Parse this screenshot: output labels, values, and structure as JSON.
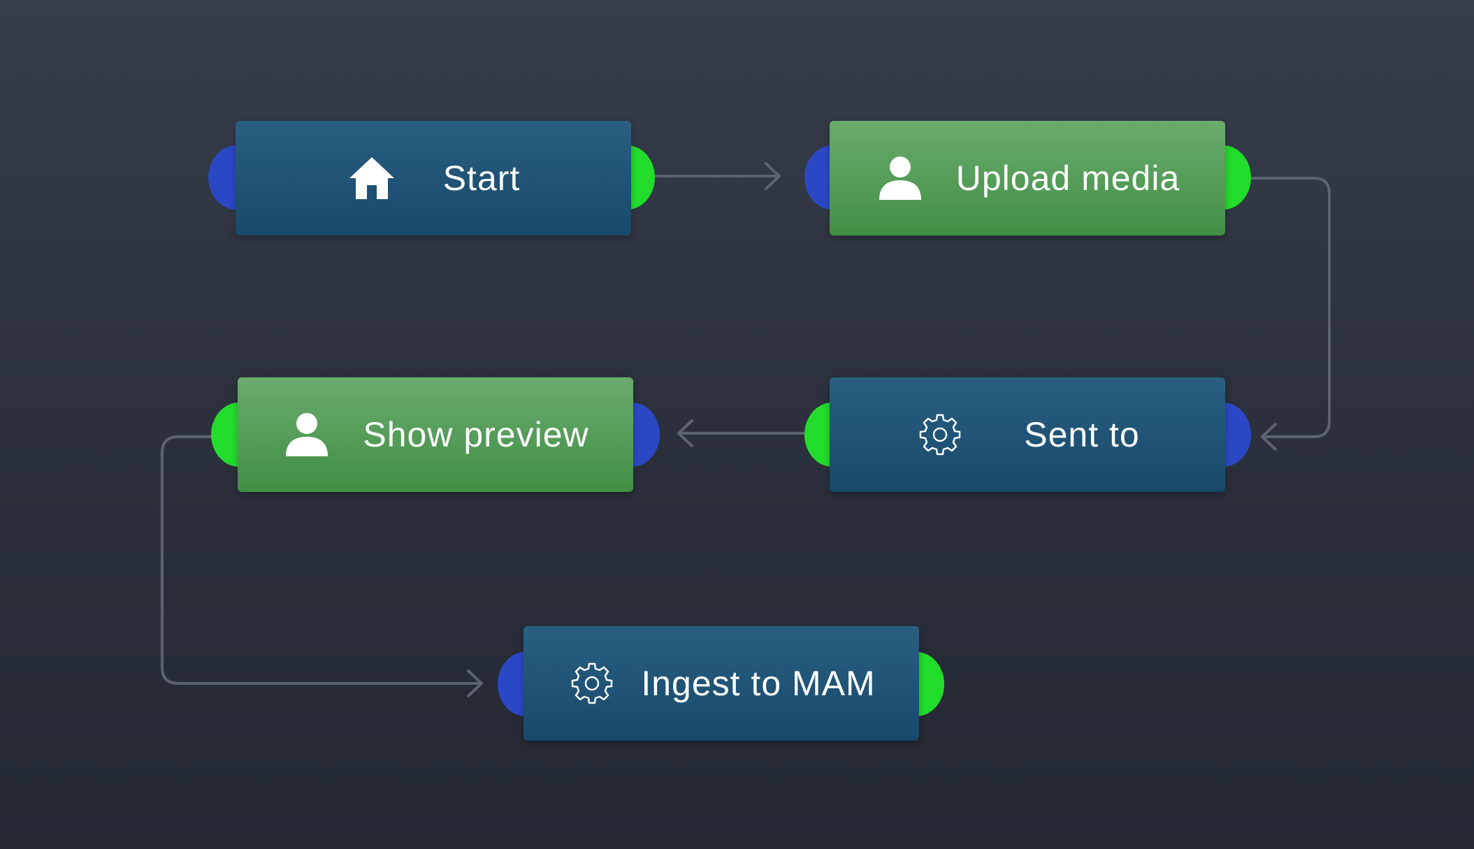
{
  "diagram": {
    "colors": {
      "task_node": "#17496a",
      "user_node": "#418f45",
      "input_port": "#2b48c4",
      "output_port": "#22dc2c",
      "connector": "#5c6270"
    },
    "nodes": [
      {
        "id": "start",
        "label": "Start",
        "icon": "home-icon",
        "kind": "task"
      },
      {
        "id": "upload",
        "label": "Upload media",
        "icon": "user-icon",
        "kind": "user"
      },
      {
        "id": "sent",
        "label": "Sent to",
        "icon": "gear-icon",
        "kind": "task"
      },
      {
        "id": "preview",
        "label": "Show preview",
        "icon": "user-icon",
        "kind": "user"
      },
      {
        "id": "ingest",
        "label": "Ingest to MAM",
        "icon": "gear-icon",
        "kind": "task"
      }
    ],
    "edges": [
      {
        "from": "Start",
        "to": "Upload media"
      },
      {
        "from": "Upload media",
        "to": "Sent to"
      },
      {
        "from": "Sent to",
        "to": "Show preview"
      },
      {
        "from": "Show preview",
        "to": "Ingest to MAM"
      }
    ]
  }
}
